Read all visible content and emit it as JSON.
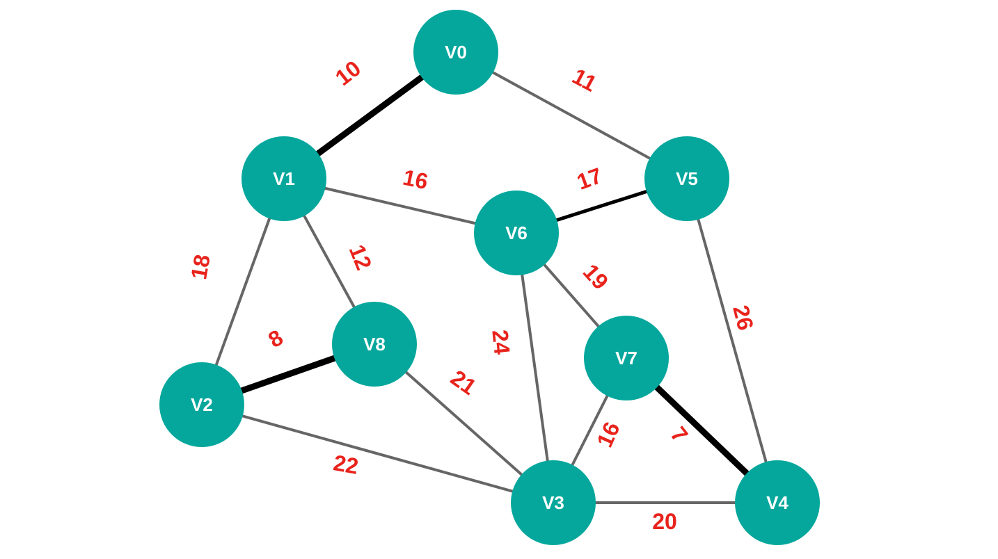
{
  "graph": {
    "nodes": [
      {
        "id": "V0",
        "label": "V0"
      },
      {
        "id": "V1",
        "label": "V1"
      },
      {
        "id": "V2",
        "label": "V2"
      },
      {
        "id": "V3",
        "label": "V3"
      },
      {
        "id": "V4",
        "label": "V4"
      },
      {
        "id": "V5",
        "label": "V5"
      },
      {
        "id": "V6",
        "label": "V6"
      },
      {
        "id": "V7",
        "label": "V7"
      },
      {
        "id": "V8",
        "label": "V8"
      }
    ],
    "edges": [
      {
        "from": "V0",
        "to": "V1",
        "weight": "10",
        "highlighted": true
      },
      {
        "from": "V0",
        "to": "V5",
        "weight": "11",
        "highlighted": false
      },
      {
        "from": "V1",
        "to": "V6",
        "weight": "16",
        "highlighted": false
      },
      {
        "from": "V1",
        "to": "V2",
        "weight": "18",
        "highlighted": false
      },
      {
        "from": "V1",
        "to": "V8",
        "weight": "12",
        "highlighted": false
      },
      {
        "from": "V5",
        "to": "V6",
        "weight": "17",
        "highlighted": true
      },
      {
        "from": "V5",
        "to": "V4",
        "weight": "26",
        "highlighted": false
      },
      {
        "from": "V6",
        "to": "V7",
        "weight": "19",
        "highlighted": false
      },
      {
        "from": "V6",
        "to": "V3",
        "weight": "24",
        "highlighted": false
      },
      {
        "from": "V2",
        "to": "V8",
        "weight": "8",
        "highlighted": true
      },
      {
        "from": "V8",
        "to": "V3",
        "weight": "21",
        "highlighted": false
      },
      {
        "from": "V2",
        "to": "V3",
        "weight": "22",
        "highlighted": false
      },
      {
        "from": "V7",
        "to": "V3",
        "weight": "16",
        "highlighted": false
      },
      {
        "from": "V7",
        "to": "V4",
        "weight": "7",
        "highlighted": true
      },
      {
        "from": "V3",
        "to": "V4",
        "weight": "20",
        "highlighted": false
      }
    ]
  }
}
